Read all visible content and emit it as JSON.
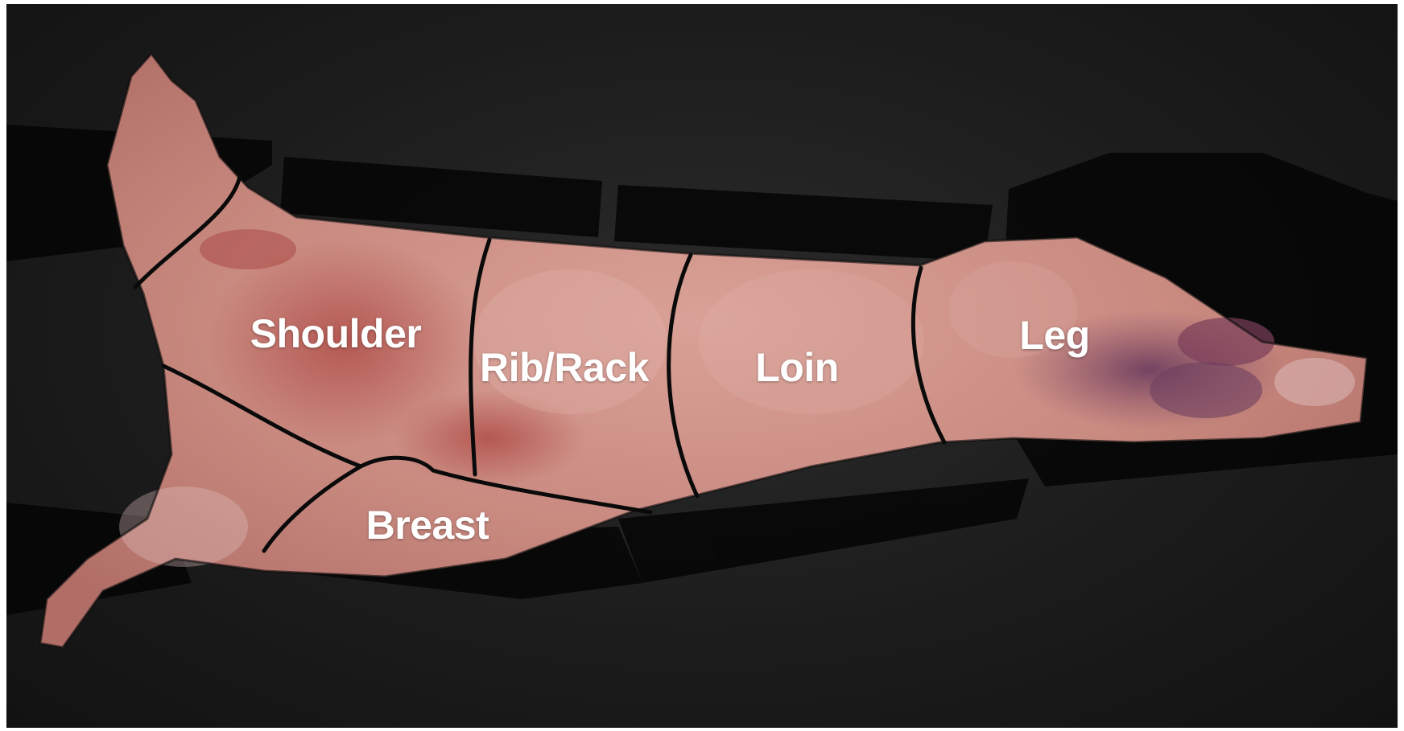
{
  "diagram": {
    "labels": {
      "shoulder": "Shoulder",
      "rib_rack": "Rib/Rack",
      "loin": "Loin",
      "leg": "Leg",
      "breast": "Breast"
    },
    "colors": {
      "background": "#1c1c1c",
      "meat": "#c98a80",
      "meat_dark": "#9a4d4a",
      "bruise": "#7a4a66",
      "cut_line": "#0a0a0a",
      "label": "#ffffff"
    }
  }
}
